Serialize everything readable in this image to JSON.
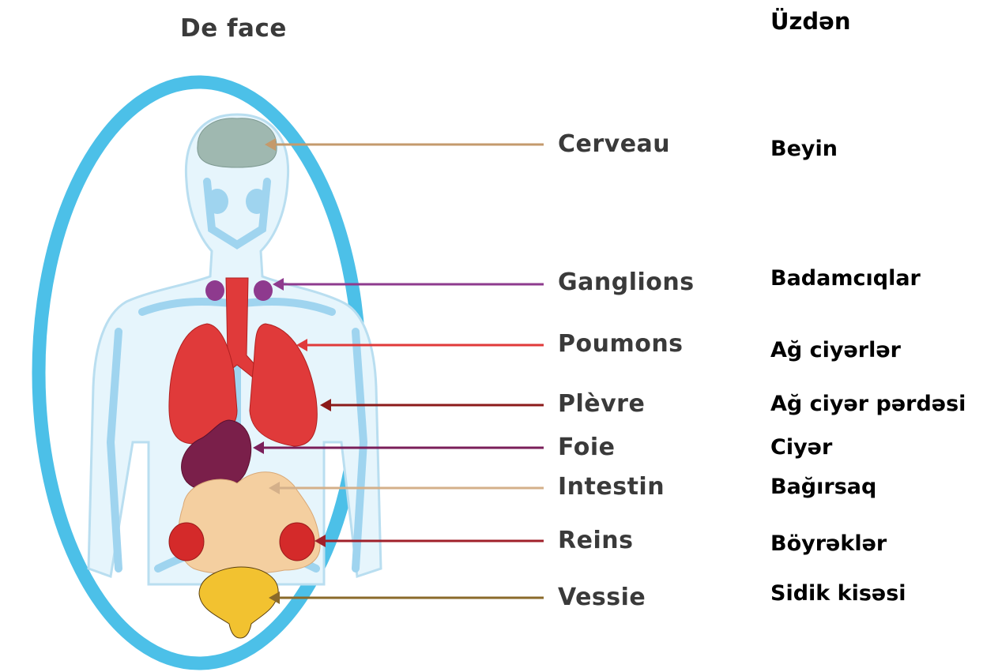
{
  "title_fr": "De face",
  "title_az": "Üzdən",
  "organs": [
    {
      "id": "brain",
      "fr": "Cerveau",
      "az": "Beyin",
      "line_color": "#c49a6c"
    },
    {
      "id": "tonsils",
      "fr": "Ganglions",
      "az": "Badamcıqlar",
      "line_color": "#8e3a8e"
    },
    {
      "id": "lungs",
      "fr": "Poumons",
      "az": "Ağ ciyərlər",
      "line_color": "#e03a3a"
    },
    {
      "id": "pleura",
      "fr": "Plèvre",
      "az": "Ağ ciyər pərdəsi",
      "line_color": "#8b1a1a"
    },
    {
      "id": "liver",
      "fr": "Foie",
      "az": "Ciyər",
      "line_color": "#7a1f5a"
    },
    {
      "id": "intestine",
      "fr": "Intestin",
      "az": "Bağırsaq",
      "line_color": "#d4b08a"
    },
    {
      "id": "kidneys",
      "fr": "Reins",
      "az": "Böyrəklər",
      "line_color": "#a0202a"
    },
    {
      "id": "bladder",
      "fr": "Vessie",
      "az": "Sidik kisəsi",
      "line_color": "#8a6a2a"
    }
  ],
  "colors": {
    "frame": "#4cc0e8",
    "body_outline": "#b9def0",
    "body_fill": "#e6f5fc",
    "skeleton": "#9fd4ef",
    "brain": "#9fb8b0",
    "tonsils": "#8e3a8e",
    "lungs": "#e03a3a",
    "trachea": "#e03a3a",
    "liver": "#7a1f4a",
    "intestine": "#f4cfa0",
    "kidneys": "#d42a2a",
    "bladder": "#f2c230"
  }
}
